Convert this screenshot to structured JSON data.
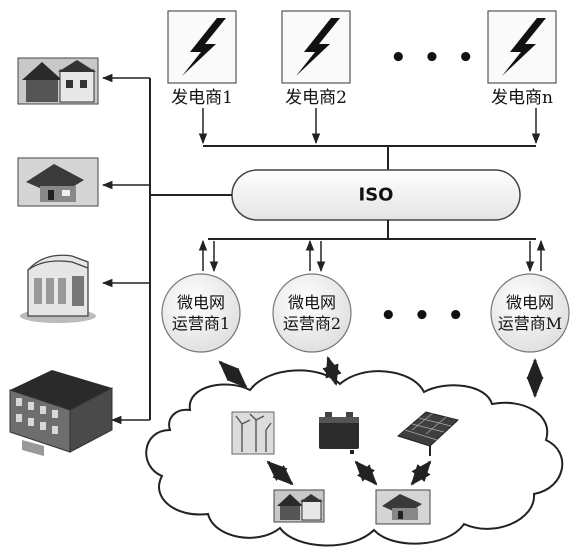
{
  "iso": {
    "label": "ISO"
  },
  "generators": [
    {
      "label": "发电商1"
    },
    {
      "label": "发电商2"
    },
    {
      "label": "发电商n"
    }
  ],
  "operators": [
    {
      "line1": "微电网",
      "line2": "运营商1"
    },
    {
      "line1": "微电网",
      "line2": "运营商2"
    },
    {
      "line1": "微电网",
      "line2": "运营商M"
    }
  ],
  "ellipsis": "• • •",
  "icons": {
    "generator": "lightning-bolt-icon",
    "consumers": [
      "house-icon",
      "cottage-icon",
      "commercial-building-icon",
      "office-building-icon"
    ],
    "resources": [
      "wind-turbine-icon",
      "battery-icon",
      "solar-panel-icon",
      "house-icon",
      "cottage-icon"
    ]
  },
  "colors": {
    "line": "#222222",
    "bolt": "#111111",
    "cloud_fill": "#ffffff"
  }
}
